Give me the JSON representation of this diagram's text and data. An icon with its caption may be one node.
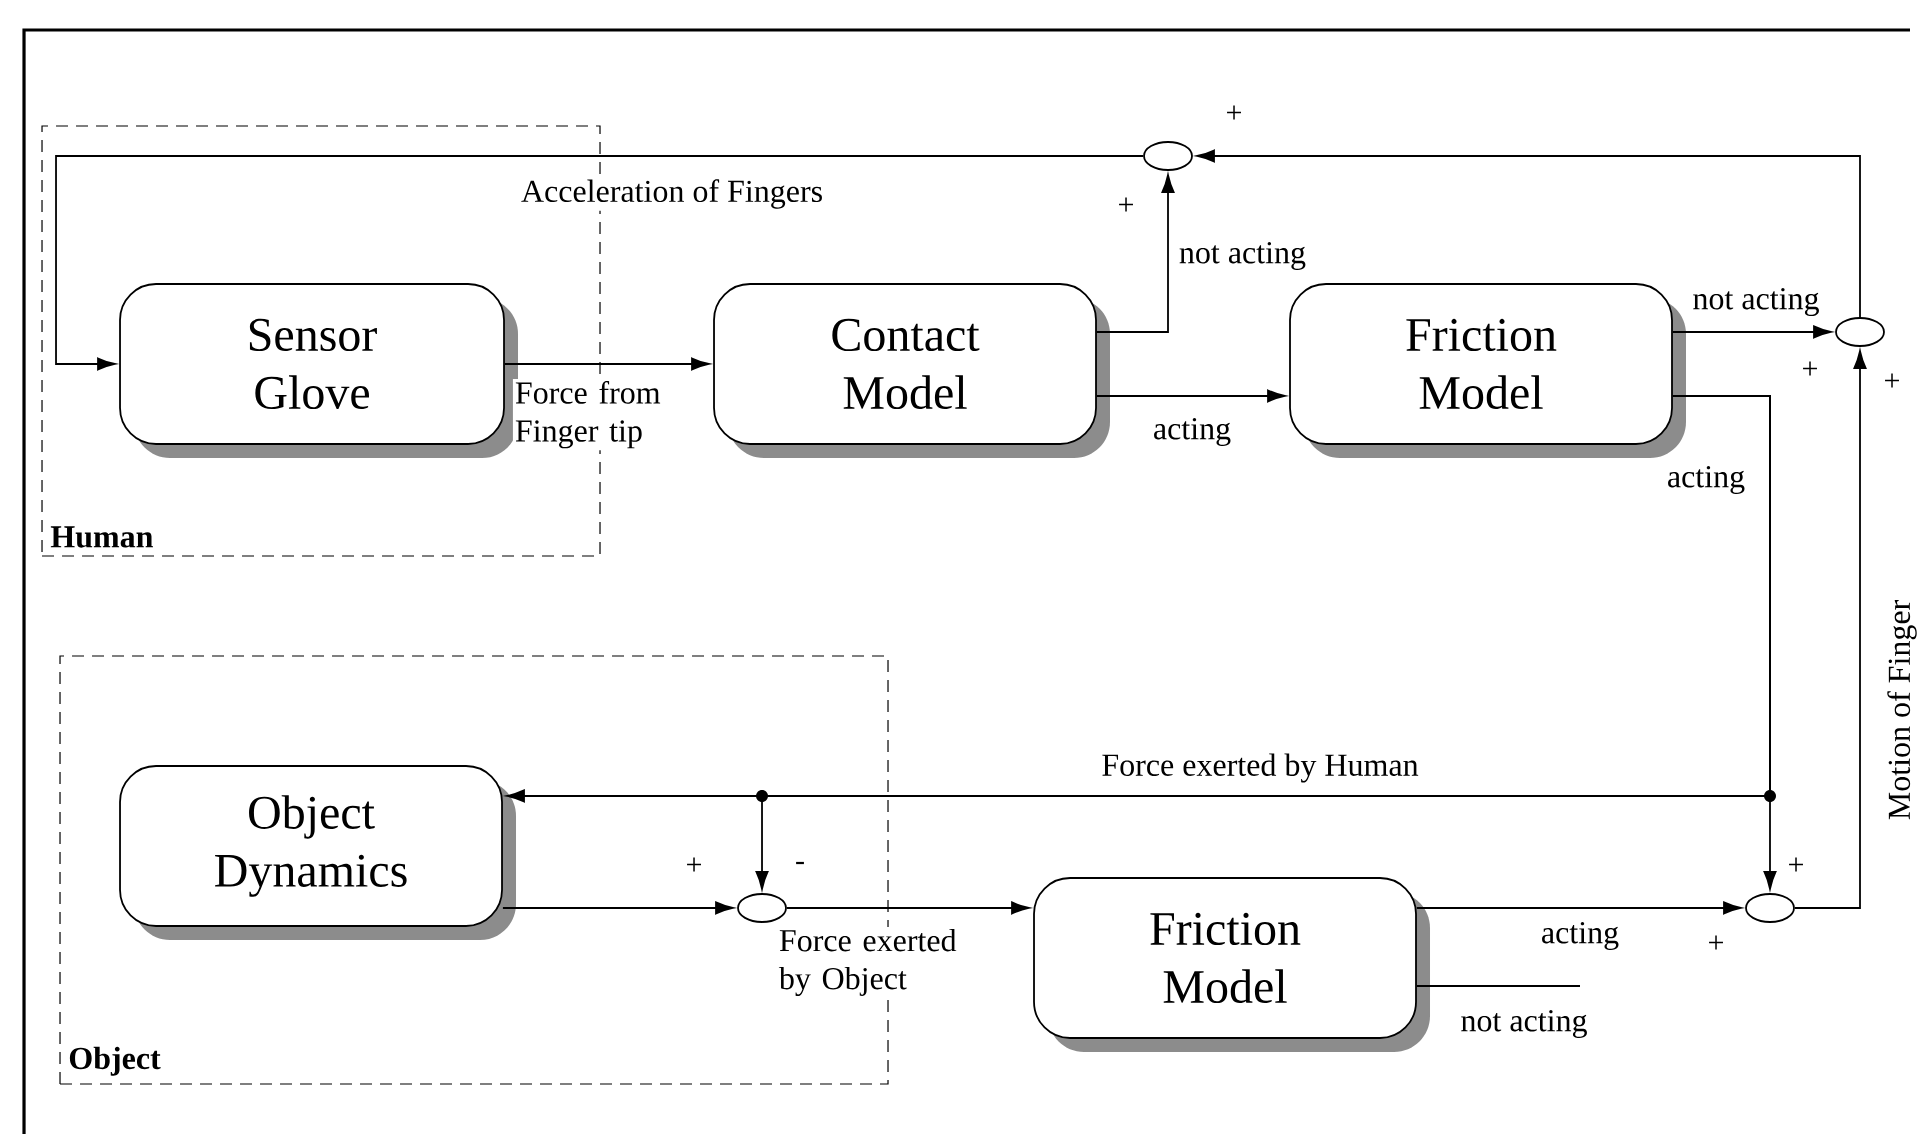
{
  "diagram": {
    "nodes": [
      {
        "text": [
          "Human"
        ]
      },
      {
        "text": [
          "Sensor Glove"
        ],
        "in": 0
      },
      {
        "text": [
          "Contact Model"
        ]
      },
      {
        "text": [
          "Friction Model"
        ]
      },
      {
        "text": [],
        "shape": "circle"
      },
      {
        "text": [],
        "shape": "circle"
      },
      {
        "text": [
          "Object"
        ]
      },
      {
        "text": [
          "Object Dynamics"
        ],
        "in": 6
      },
      {
        "text": [],
        "shape": "circle",
        "in": 6
      },
      {
        "text": [
          "Friction Model"
        ]
      },
      {
        "text": [],
        "shape": "circle"
      }
    ],
    "edges": [
      {
        "from": 4,
        "to": 1,
        "arrow": "to",
        "label": "Acceleration of Fingers"
      },
      {
        "from": 1,
        "to": 2,
        "arrow": "to",
        "label": "Force from Finger tip"
      },
      {
        "from": 2,
        "to": 4,
        "arrow": "to",
        "label": "not acting"
      },
      {
        "from": 2,
        "to": 3,
        "arrow": "to",
        "label": "acting"
      },
      {
        "from": 3,
        "to": 5,
        "arrow": "to",
        "label": "not acting"
      },
      {
        "from": 5,
        "to": 4,
        "arrow": "to"
      },
      {
        "from": 3,
        "to": 7,
        "arrow": "to",
        "label": "Force exerted by Human"
      },
      {
        "from": 3,
        "to": 10,
        "arrow": "to",
        "label": "acting"
      },
      {
        "from": 3,
        "to": 8,
        "arrow": "to"
      },
      {
        "from": 7,
        "to": 8,
        "arrow": "to"
      },
      {
        "from": 8,
        "to": 9,
        "arrow": "to",
        "label": "Force exerted by Object"
      },
      {
        "from": 9,
        "to": 10,
        "arrow": "to",
        "label": "acting"
      },
      {
        "from": 9,
        "to": null,
        "arrow": "none",
        "label": "not acting"
      },
      {
        "from": 10,
        "to": 5,
        "arrow": "to",
        "label": "Motion of Finger"
      }
    ],
    "labels": [
      "+",
      "+",
      "+",
      "+",
      "+",
      "-",
      "+",
      "+"
    ]
  }
}
